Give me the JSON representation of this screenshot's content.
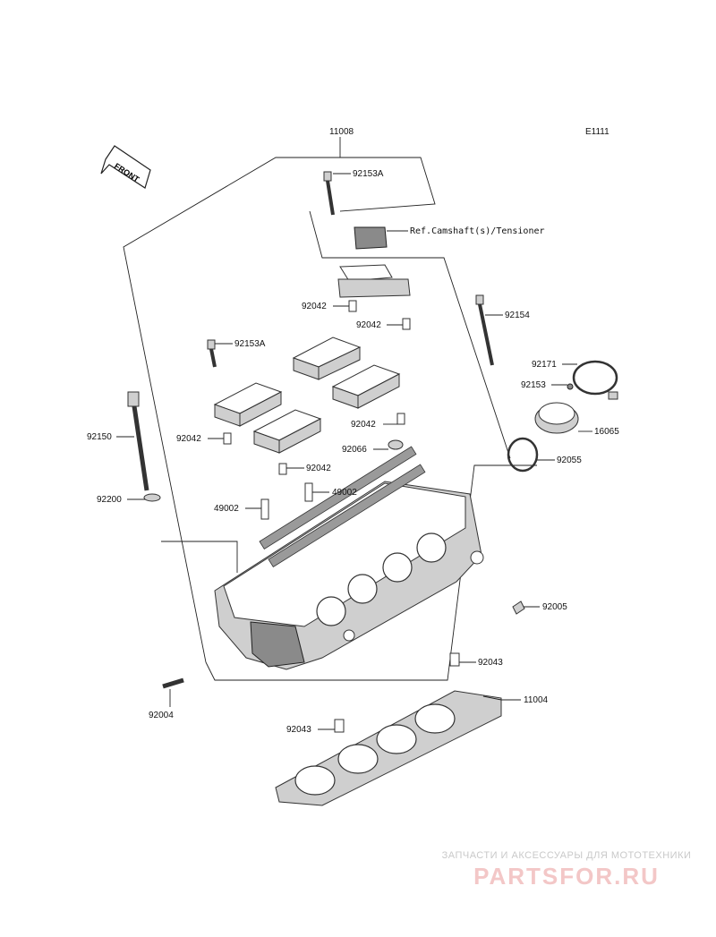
{
  "diagram_code": "E1111",
  "front_marker": "FRONT",
  "ref_note": "Ref.Camshaft(s)/Tensioner",
  "labels": {
    "p11008": "11008",
    "p92153a_top": "92153A",
    "p92042_a": "92042",
    "p92042_b": "92042",
    "p92154": "92154",
    "p92153a_left": "92153A",
    "p92171": "92171",
    "p92153": "92153",
    "p92150": "92150",
    "p92042_c": "92042",
    "p92042_d": "92042",
    "p16065": "16065",
    "p92066": "92066",
    "p92055": "92055",
    "p92042_e": "92042",
    "p92200": "92200",
    "p49002_a": "49002",
    "p49002_b": "49002",
    "p92005": "92005",
    "p92043_a": "92043",
    "p92004": "92004",
    "p11004": "11004",
    "p92043_b": "92043"
  },
  "watermark": {
    "tagline": "ЗАПЧАСТИ И АКСЕССУАРЫ ДЛЯ МОТОТЕХНИКИ",
    "brand": "PARTSFOR.RU"
  }
}
